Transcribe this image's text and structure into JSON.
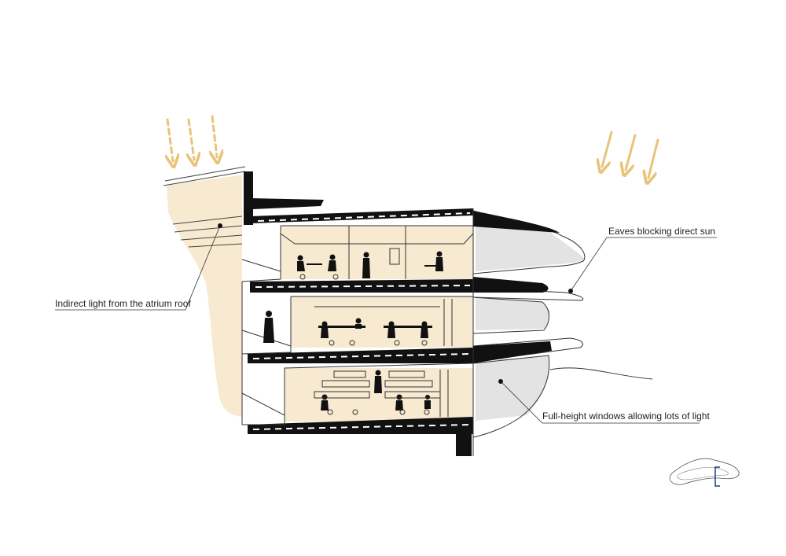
{
  "annotations": {
    "atrium": "Indirect light from the atrium roof",
    "eaves": "Eaves blocking direct sun",
    "windows": "Full-height windows allowing lots of light"
  },
  "colors": {
    "sunlight": "#e8c37a",
    "glow": "#f8ead0",
    "shade": "#e3e3e3",
    "slab": "#111111",
    "key_plan": "#1a3a8a"
  },
  "icons": [
    "sun-arrow-icon",
    "person-icon",
    "desk-icon",
    "key-plan-icon"
  ]
}
